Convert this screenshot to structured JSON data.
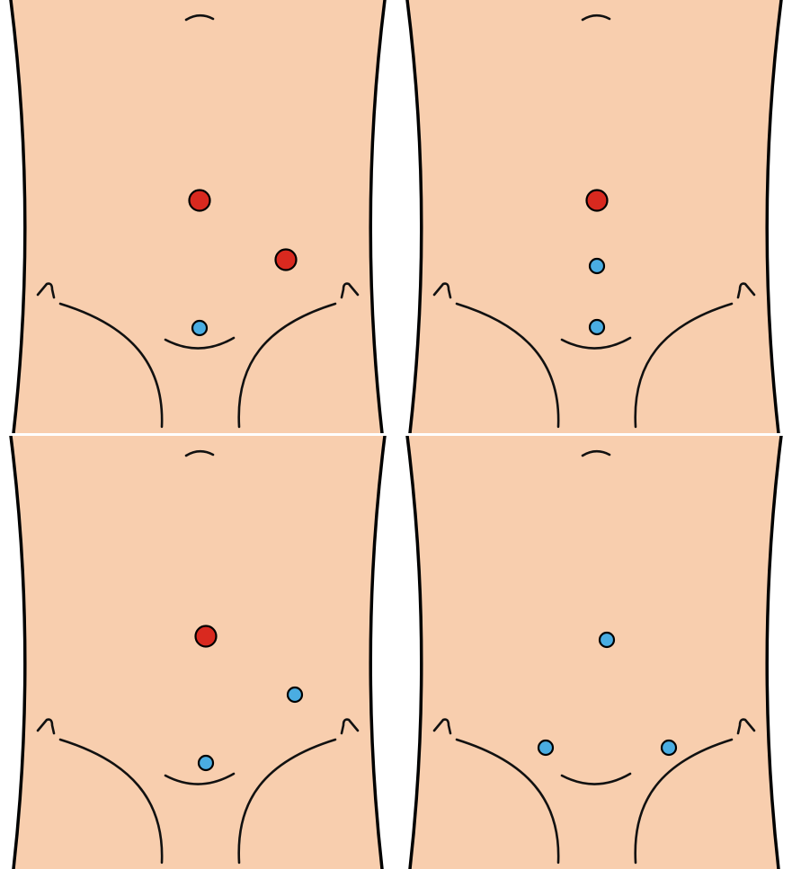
{
  "figure": {
    "skin_color": "#F8CEAE",
    "outline_color": "#000000",
    "port_colors": {
      "large": "#D9291F",
      "small": "#4AADE2"
    },
    "panels": [
      {
        "id": "top-left",
        "ports": [
          {
            "name": "port-large-umbilical",
            "kind": "large"
          },
          {
            "name": "port-large-right-flank",
            "kind": "large"
          },
          {
            "name": "port-small-suprapubic",
            "kind": "small"
          }
        ]
      },
      {
        "id": "top-right",
        "ports": [
          {
            "name": "port-large-umbilical",
            "kind": "large"
          },
          {
            "name": "port-small-midline",
            "kind": "small"
          },
          {
            "name": "port-small-suprapubic",
            "kind": "small"
          }
        ]
      },
      {
        "id": "bottom-left",
        "ports": [
          {
            "name": "port-large-umbilical",
            "kind": "large"
          },
          {
            "name": "port-small-right-flank",
            "kind": "small"
          },
          {
            "name": "port-small-suprapubic",
            "kind": "small"
          }
        ]
      },
      {
        "id": "bottom-right",
        "ports": [
          {
            "name": "port-small-umbilical",
            "kind": "small"
          },
          {
            "name": "port-small-left-lower",
            "kind": "small"
          },
          {
            "name": "port-small-right-lower",
            "kind": "small"
          }
        ]
      }
    ]
  }
}
